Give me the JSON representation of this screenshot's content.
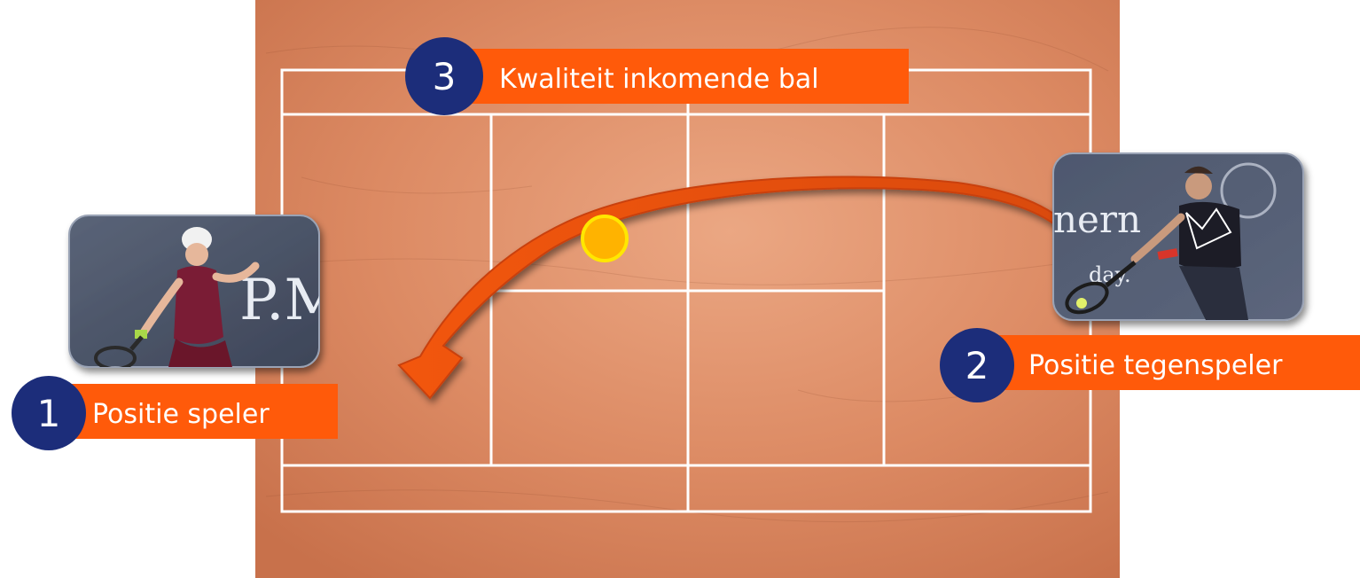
{
  "colors": {
    "court_clay": "#d9805a",
    "court_clay_light": "#e9a27f",
    "court_lines": "#ffffff",
    "page_background": "#ffffff",
    "label_orange": "#ff5a0a",
    "badge_navy": "#1c2d7a",
    "arrow_fill": "#e84e0f",
    "arrow_edge": "#c9400a",
    "ball_fill": "#ffb300",
    "ball_ring": "#ffe700",
    "photo_bg": "#4b5468"
  },
  "labels": [
    {
      "number": "1",
      "text": "Positie speler"
    },
    {
      "number": "2",
      "text": "Positie tegenspeler"
    },
    {
      "number": "3",
      "text": "Kwaliteit inkomende bal"
    }
  ],
  "photos": {
    "left": {
      "background_text": "P.M"
    },
    "right": {
      "background_text": "nern",
      "background_subtext": "day."
    }
  },
  "icons": {
    "ball": "tennis-ball-icon",
    "arrow": "curved-arrow-icon"
  }
}
